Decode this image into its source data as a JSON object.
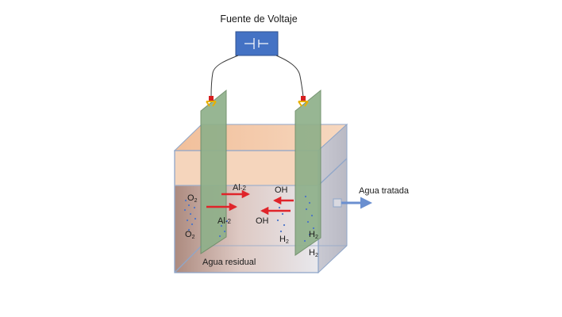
{
  "title": "Fuente de Voltaje",
  "labels": {
    "outlet": "Agua tratada",
    "tank": "Agua residual",
    "al_top": "Al",
    "al_top_sub": "-2",
    "al_bottom": "Al",
    "al_bottom_sub": "-2",
    "o2_top": "O",
    "o2_top_sub": "2",
    "o2_bottom": "O",
    "o2_bottom_sub": "2",
    "oh_top": "OH",
    "oh_bottom": "OH",
    "h2_left": "H",
    "h2_left_sub": "2",
    "h2_right": "H",
    "h2_right_sub": "2",
    "h2_bottom": "H",
    "h2_bottom_sub": "2"
  },
  "colors": {
    "power_box": "#4472c4",
    "electrode": "#8fb08a",
    "arrow": "#e0242a",
    "bubble": "#4a74c8",
    "water_top": "#f3c6a4",
    "outlet_pipe": "#6a8fd0"
  },
  "icons": {
    "battery": "battery-symbol-icon",
    "clamp": "alligator-clip-icon"
  }
}
